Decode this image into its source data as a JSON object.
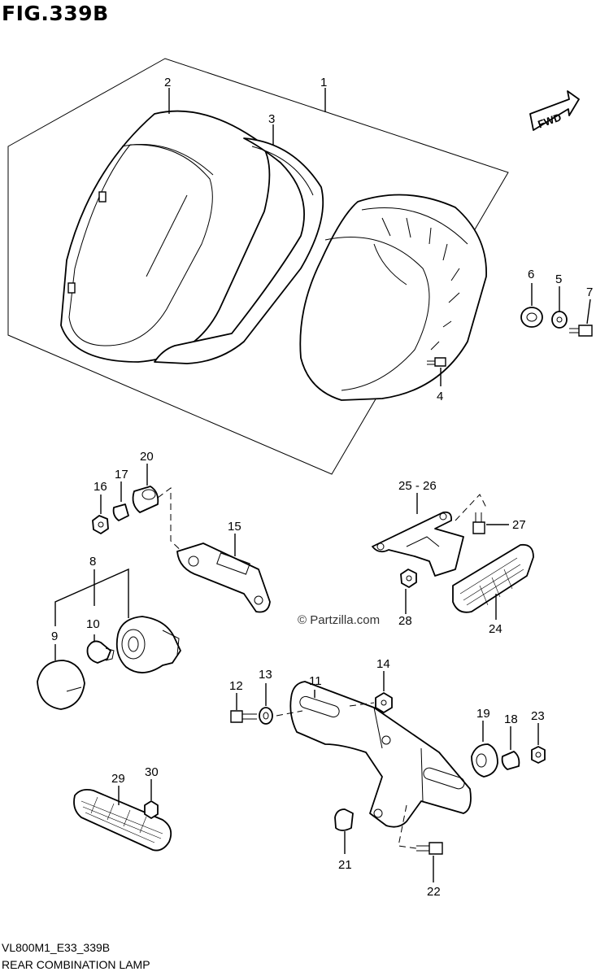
{
  "figure": {
    "title": "FIG.339B",
    "model_code": "VL800M1_E33_339B",
    "name": "REAR COMBINATION LAMP",
    "watermark": "© Partzilla.com",
    "direction_tag": "FWD"
  },
  "callouts": [
    {
      "id": "c1",
      "text": "1"
    },
    {
      "id": "c2",
      "text": "2"
    },
    {
      "id": "c3",
      "text": "3"
    },
    {
      "id": "c4",
      "text": "4"
    },
    {
      "id": "c5",
      "text": "5"
    },
    {
      "id": "c6",
      "text": "6"
    },
    {
      "id": "c7",
      "text": "7"
    },
    {
      "id": "c8",
      "text": "8"
    },
    {
      "id": "c9",
      "text": "9"
    },
    {
      "id": "c10",
      "text": "10"
    },
    {
      "id": "c11",
      "text": "11"
    },
    {
      "id": "c12",
      "text": "12"
    },
    {
      "id": "c13",
      "text": "13"
    },
    {
      "id": "c14",
      "text": "14"
    },
    {
      "id": "c15",
      "text": "15"
    },
    {
      "id": "c16",
      "text": "16"
    },
    {
      "id": "c17",
      "text": "17"
    },
    {
      "id": "c18",
      "text": "18"
    },
    {
      "id": "c19",
      "text": "19"
    },
    {
      "id": "c20",
      "text": "20"
    },
    {
      "id": "c21",
      "text": "21"
    },
    {
      "id": "c22",
      "text": "22"
    },
    {
      "id": "c23",
      "text": "23"
    },
    {
      "id": "c24",
      "text": "24"
    },
    {
      "id": "c25",
      "text": "25 - 26"
    },
    {
      "id": "c27",
      "text": "27"
    },
    {
      "id": "c28",
      "text": "28"
    },
    {
      "id": "c29",
      "text": "29"
    },
    {
      "id": "c30",
      "text": "30"
    }
  ]
}
